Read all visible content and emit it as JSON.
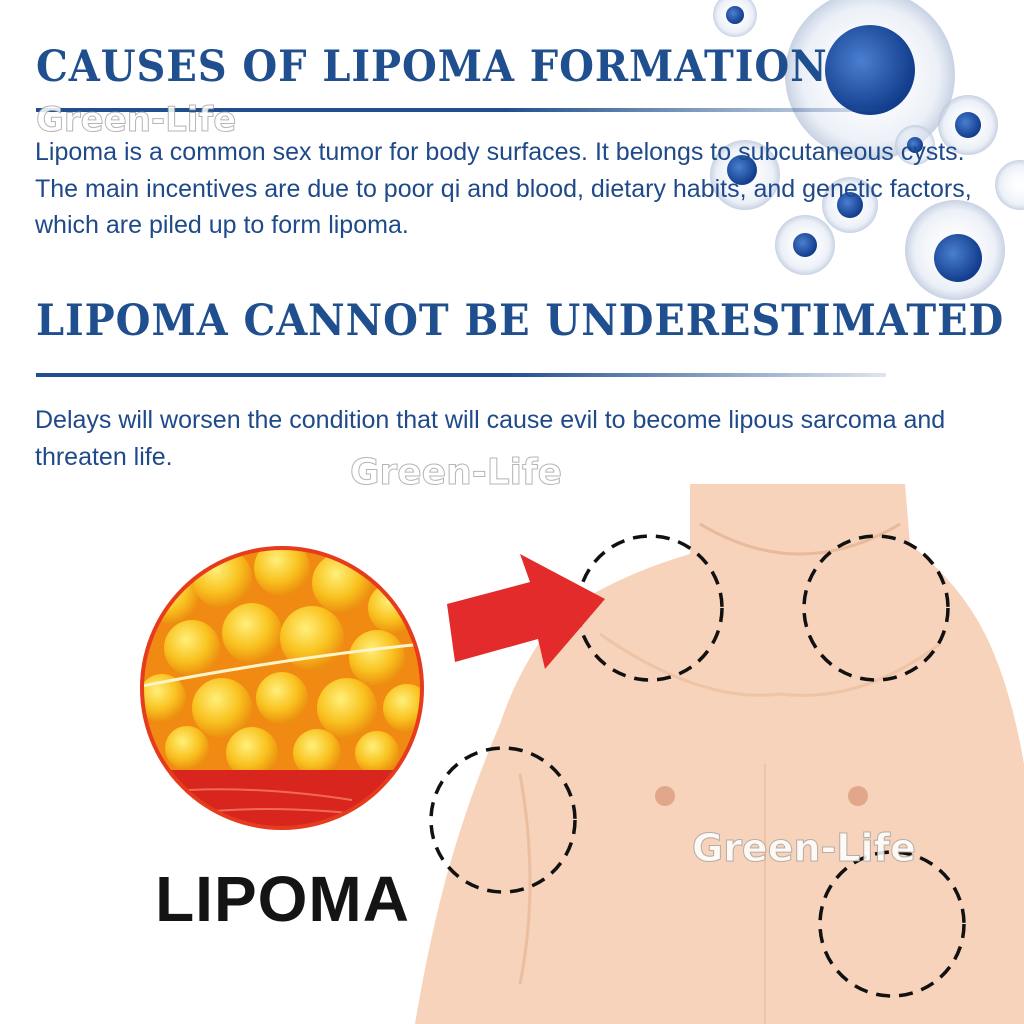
{
  "section1": {
    "heading": "CAUSES OF LIPOMA FORMATION",
    "text": "Lipoma is a common sex tumor for body surfaces. It belongs to subcutaneous cysts. The main incentives are due to poor qi and blood, dietary habits, and genetic factors, which are piled up to form lipoma."
  },
  "section2": {
    "heading": "LIPOMA CANNOT BE UNDERESTIMATED",
    "text": "Delays will worsen the condition that will cause evil to become lipous sarcoma and threaten life."
  },
  "illustration": {
    "label": "LIPOMA"
  },
  "watermark": "Green-Life",
  "colors": {
    "heading": "#1f4f8f",
    "text": "#1f4a8a",
    "skin": "#f6d3ba",
    "arrow": "#e32b2b",
    "fat": "#f7b61a"
  }
}
